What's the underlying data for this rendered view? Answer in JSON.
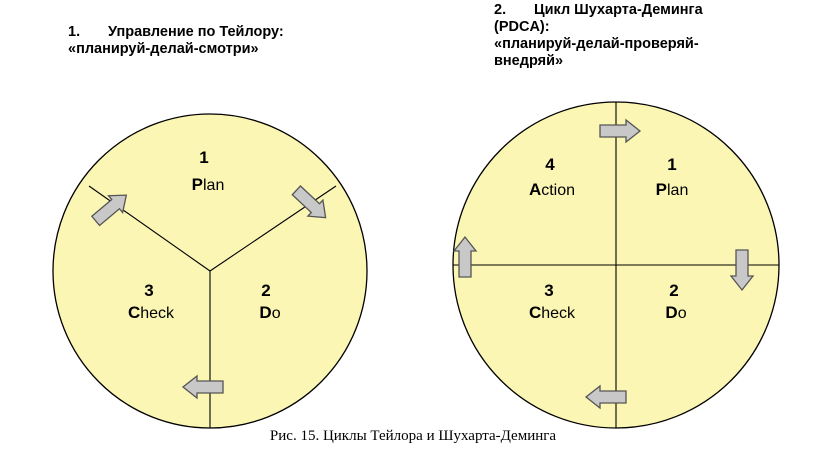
{
  "left": {
    "number": "1.",
    "title": "Управление по Тейлору:",
    "subtitle": "«планируй-делай-смотри»",
    "segments": [
      {
        "num": "1",
        "cap": "P",
        "rest": "lan"
      },
      {
        "num": "2",
        "cap": "D",
        "rest": "o"
      },
      {
        "num": "3",
        "cap": "C",
        "rest": "heck"
      }
    ]
  },
  "right": {
    "number": "2.",
    "title": "Цикл Шухарта-Деминга",
    "title2": "(PDCA):",
    "subtitle": "«планируй-делай-проверяй-",
    "subtitle2": "внедряй»",
    "segments": [
      {
        "num": "1",
        "cap": "P",
        "rest": "lan"
      },
      {
        "num": "2",
        "cap": "D",
        "rest": "o"
      },
      {
        "num": "3",
        "cap": "C",
        "rest": "heck"
      },
      {
        "num": "4",
        "cap": "A",
        "rest": "ction"
      }
    ]
  },
  "caption": "Рис. 15. Циклы Тейлора и Шухарта-Деминга",
  "colors": {
    "fill": "#fbf6b4",
    "stroke": "#000000",
    "arrow_fill": "#c8c8c8",
    "arrow_stroke": "#555555"
  }
}
